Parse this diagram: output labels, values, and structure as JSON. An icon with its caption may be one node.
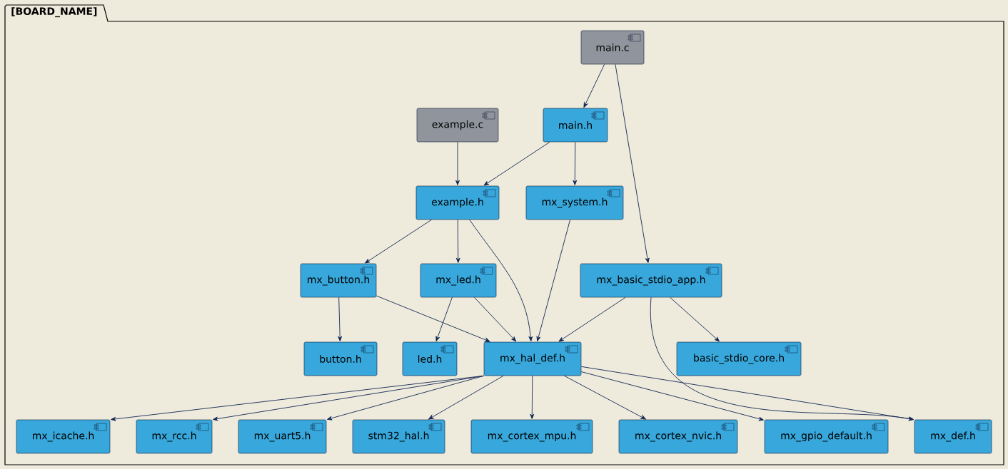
{
  "diagram": {
    "nodes": [
      {
        "text": [
          "[BOARD_NAME]"
        ]
      },
      {
        "text": [
          "main.c"
        ],
        "in": 0
      },
      {
        "text": [
          "example.c"
        ],
        "in": 0
      },
      {
        "text": [
          "main.h"
        ],
        "in": 0
      },
      {
        "text": [
          "example.h"
        ],
        "in": 0
      },
      {
        "text": [
          "mx_system.h"
        ],
        "in": 0
      },
      {
        "text": [
          "mx_button.h"
        ],
        "in": 0
      },
      {
        "text": [
          "mx_led.h"
        ],
        "in": 0
      },
      {
        "text": [
          "mx_basic_stdio_app.h"
        ],
        "in": 0
      },
      {
        "text": [
          "button.h"
        ],
        "in": 0
      },
      {
        "text": [
          "led.h"
        ],
        "in": 0
      },
      {
        "text": [
          "mx_hal_def.h"
        ],
        "in": 0
      },
      {
        "text": [
          "basic_stdio_core.h"
        ],
        "in": 0
      },
      {
        "text": [
          "mx_icache.h"
        ],
        "in": 0
      },
      {
        "text": [
          "mx_rcc.h"
        ],
        "in": 0
      },
      {
        "text": [
          "mx_uart5.h"
        ],
        "in": 0
      },
      {
        "text": [
          "stm32_hal.h"
        ],
        "in": 0
      },
      {
        "text": [
          "mx_cortex_mpu.h"
        ],
        "in": 0
      },
      {
        "text": [
          "mx_cortex_nvic.h"
        ],
        "in": 0
      },
      {
        "text": [
          "mx_gpio_default.h"
        ],
        "in": 0
      },
      {
        "text": [
          "mx_def.h"
        ],
        "in": 0
      }
    ],
    "edges": [
      {
        "from": 1,
        "to": 3,
        "arrow": "to"
      },
      {
        "from": 1,
        "to": 8,
        "arrow": "to"
      },
      {
        "from": 2,
        "to": 4,
        "arrow": "to"
      },
      {
        "from": 3,
        "to": 4,
        "arrow": "to"
      },
      {
        "from": 3,
        "to": 5,
        "arrow": "to"
      },
      {
        "from": 4,
        "to": 6,
        "arrow": "to"
      },
      {
        "from": 4,
        "to": 7,
        "arrow": "to"
      },
      {
        "from": 4,
        "to": 11,
        "arrow": "to"
      },
      {
        "from": 5,
        "to": 11,
        "arrow": "to"
      },
      {
        "from": 6,
        "to": 9,
        "arrow": "to"
      },
      {
        "from": 6,
        "to": 11,
        "arrow": "to"
      },
      {
        "from": 7,
        "to": 10,
        "arrow": "to"
      },
      {
        "from": 7,
        "to": 11,
        "arrow": "to"
      },
      {
        "from": 8,
        "to": 11,
        "arrow": "to"
      },
      {
        "from": 8,
        "to": 12,
        "arrow": "to"
      },
      {
        "from": 8,
        "to": 20,
        "arrow": "to"
      },
      {
        "from": 11,
        "to": 13,
        "arrow": "to"
      },
      {
        "from": 11,
        "to": 14,
        "arrow": "to"
      },
      {
        "from": 11,
        "to": 15,
        "arrow": "to"
      },
      {
        "from": 11,
        "to": 16,
        "arrow": "to"
      },
      {
        "from": 11,
        "to": 17,
        "arrow": "to"
      },
      {
        "from": 11,
        "to": 18,
        "arrow": "to"
      },
      {
        "from": 11,
        "to": 19,
        "arrow": "to"
      },
      {
        "from": 11,
        "to": 20,
        "arrow": "to"
      }
    ]
  }
}
